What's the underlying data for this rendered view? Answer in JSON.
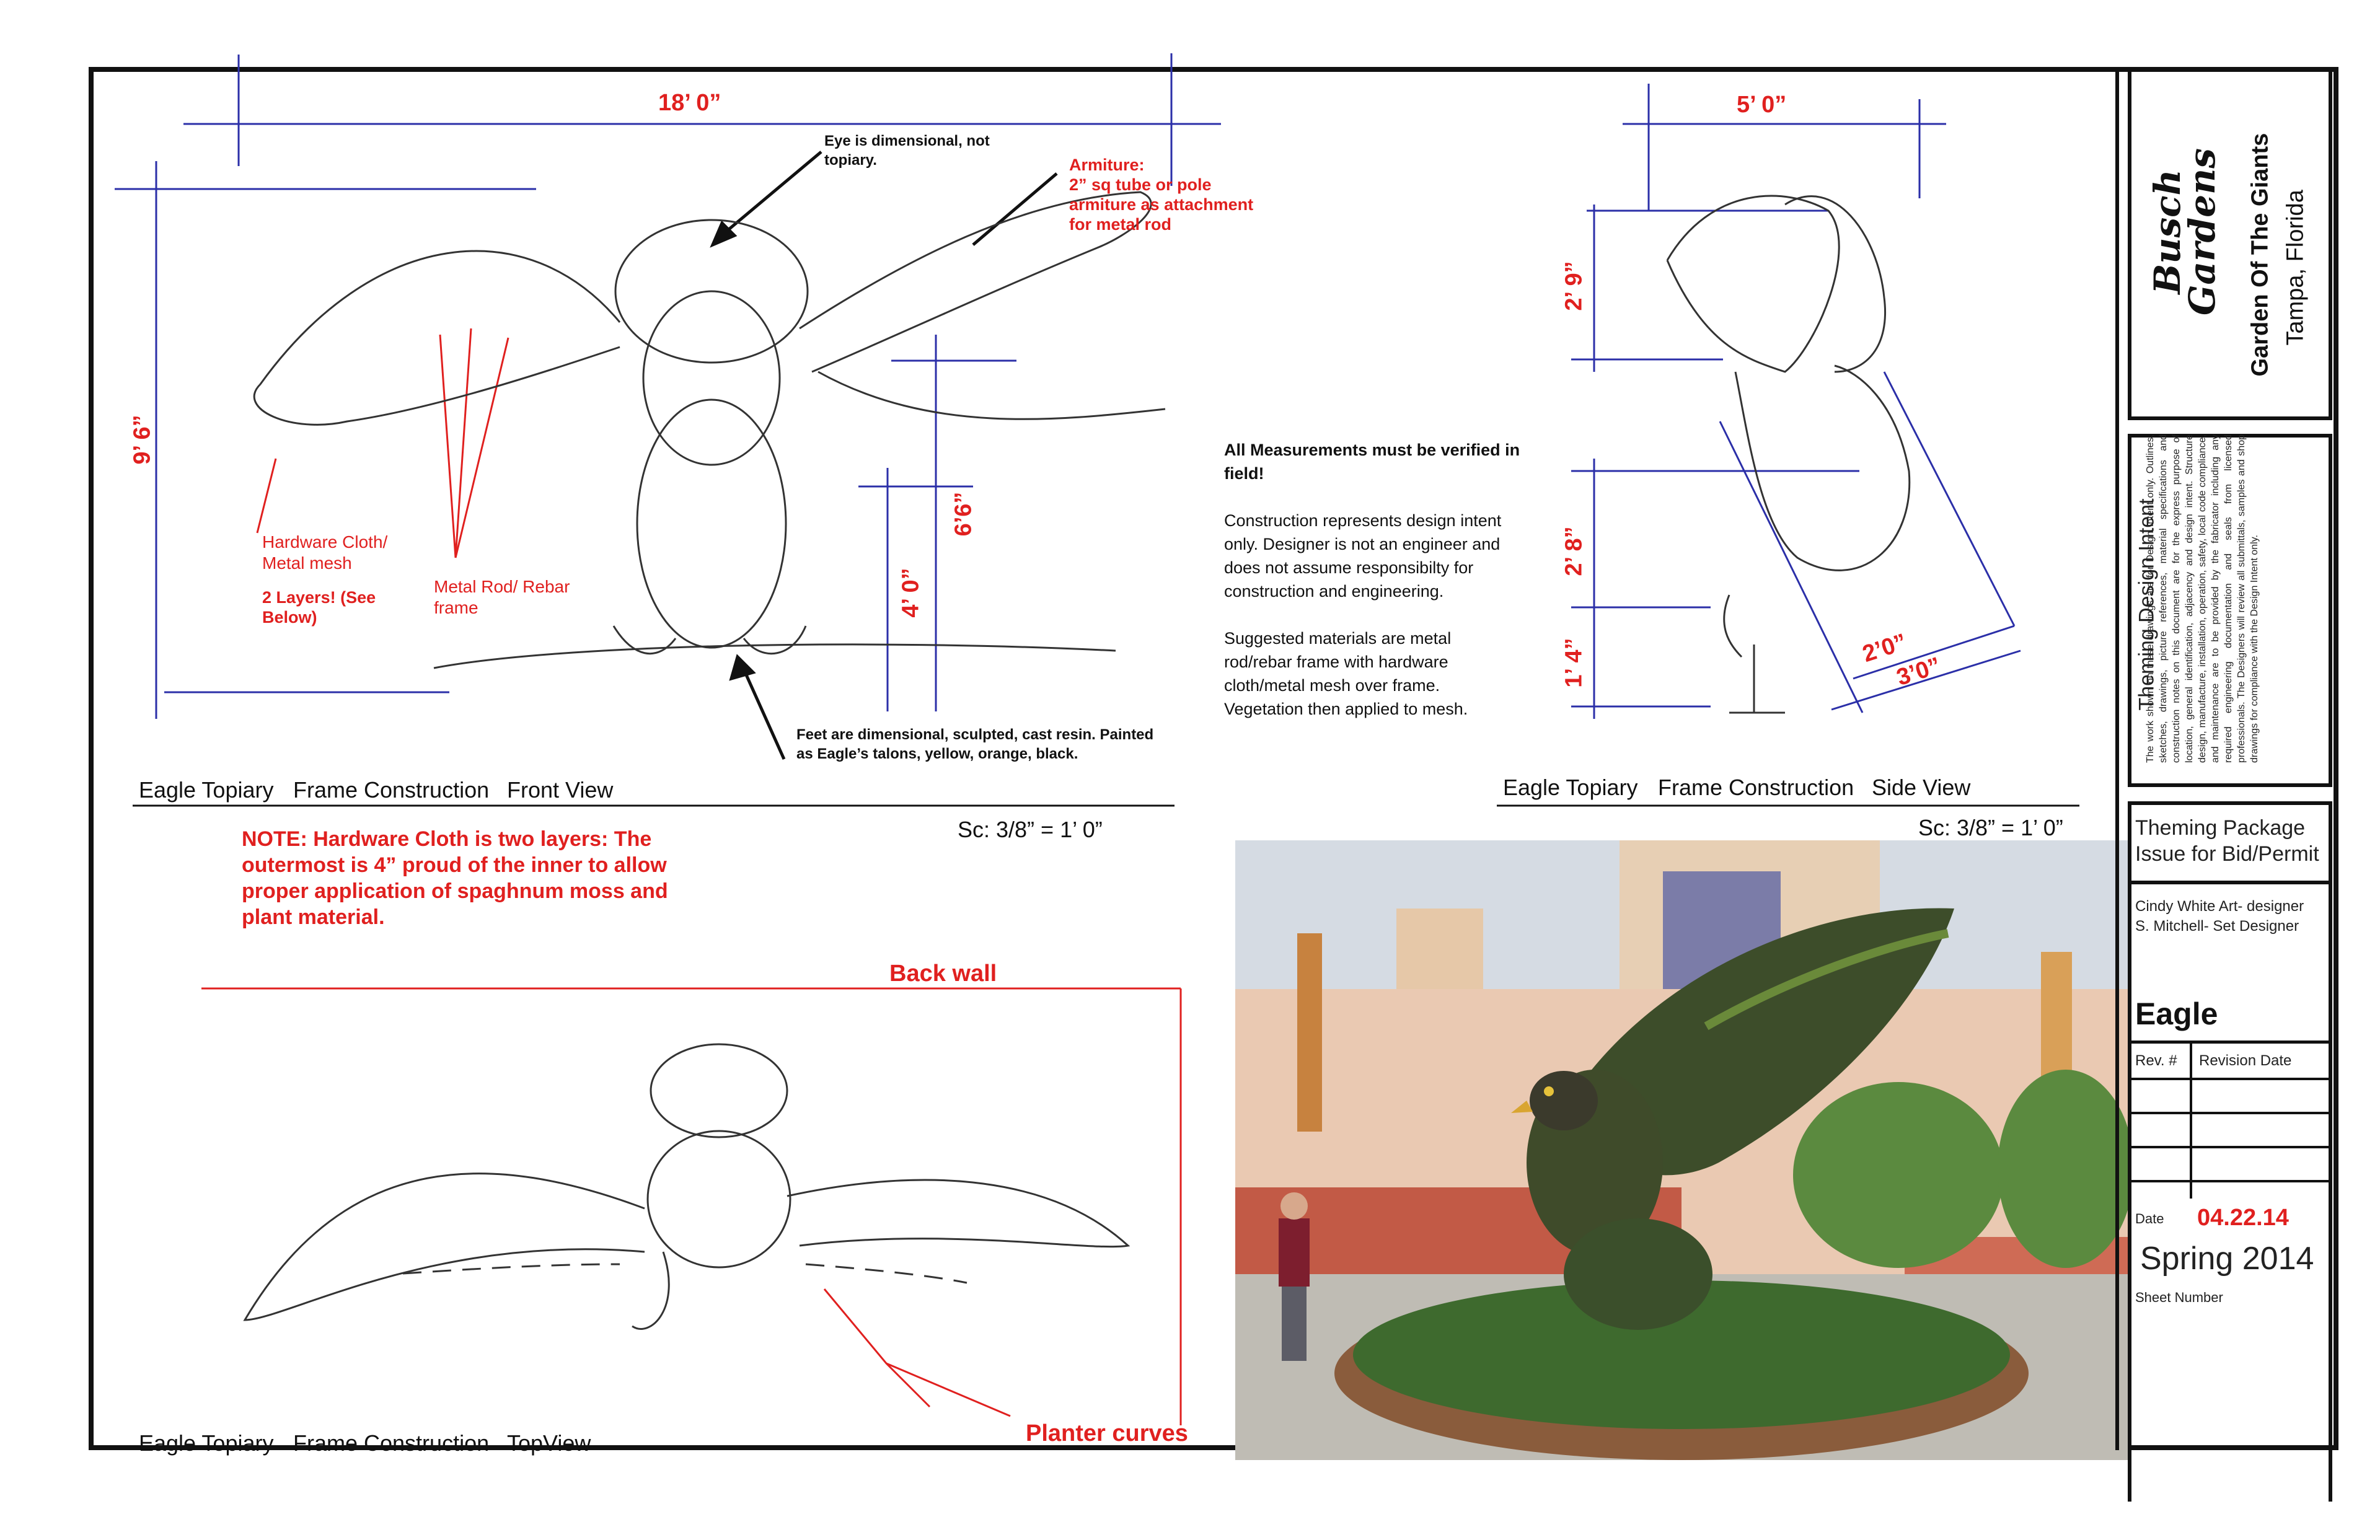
{
  "front_view": {
    "dim_width": "18’ 0”",
    "dim_height": "9’ 6”",
    "dim_wing": "6’6”",
    "dim_leg": "4’ 0”",
    "callout_eye": "Eye is dimensional, not topiary.",
    "callout_armiture_title": "Armiture:",
    "callout_armiture_body": "2” sq tube or pole armiture as attachment for metal rod",
    "callout_hardware": "Hardware Cloth/ Metal mesh",
    "callout_layers": "2 Layers! (See Below)",
    "callout_rod": "Metal Rod/ Rebar frame",
    "callout_feet": "Feet are dimensional, sculpted, cast resin. Painted as Eagle’s talons, yellow, orange, black.",
    "caption_1": "Eagle Topiary",
    "caption_2": "Frame Construction",
    "caption_3": "Front View",
    "scale": "Sc: 3/8” = 1’ 0”"
  },
  "notes": {
    "heading": "All Measurements must be verified in field!",
    "para1": "Construction represents design intent only. Designer is not an engineer and does not assume responsibilty for construction and engineering.",
    "para2": "Suggested materials are metal rod/rebar frame with hardware cloth/metal mesh over frame. Vegetation  then applied to mesh.",
    "hardware_note": "NOTE: Hardware Cloth is two layers: The outermost is 4” proud of the inner to allow proper application of spaghnum moss and plant material."
  },
  "side_view": {
    "dim_width": "5’ 0”",
    "dim_head": "2’ 9”",
    "dim_body": "2’ 8”",
    "dim_base": "1’ 4”",
    "dim_tail_inner": "2’0”",
    "dim_tail_outer": "3’0”",
    "caption_1": "Eagle Topiary",
    "caption_2": "Frame Construction",
    "caption_3": "Side View",
    "scale": "Sc: 3/8” = 1’ 0”"
  },
  "top_view": {
    "back_wall": "Back wall",
    "planter_curves": "Planter curves",
    "caption_1": "Eagle Topiary",
    "caption_2": "Frame Construction",
    "caption_3": "TopView"
  },
  "title_block": {
    "logo_line1": "Busch",
    "logo_line2": "Gardens",
    "project": "Garden Of The Giants",
    "location": "Tampa, Florida",
    "intent_title": "Theming Design Intent",
    "intent_body": "The work shown on these drawings are for Design Intent only. Outlines, sketches, drawings, picture references, material specifications and construction notes on this document are for the express purpose of location, general identification, adjacency and design intent. Structure design, manufacture, installation, operation, safety, local code compliance, and maintenance are to be provided by the fabricator including any required engineering documentation and seals from licensed professionals. The Designers will review all submittals, samples and shop drawings for compliance with the Design Intent only.",
    "package_line1": "Theming Package",
    "package_line2": "Issue for Bid/Permit",
    "designer1": "Cindy White Art- designer",
    "designer2": "S. Mitchell- Set Designer",
    "sheet_title": "Eagle",
    "rev_header": "Rev. #",
    "rev_date_header": "Revision Date",
    "date_label": "Date",
    "date_value": "04.22.14",
    "season": "Spring 2014",
    "sheet_number_label": "Sheet Number"
  },
  "colors": {
    "red": "#e0201f",
    "blue": "#2b2fa8",
    "border": "#111111"
  }
}
